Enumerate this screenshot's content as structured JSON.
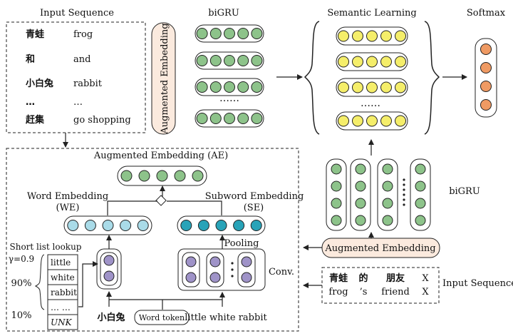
{
  "colors": {
    "green": "#8dc38a",
    "yellow": "#f5ee6a",
    "orange": "#ef9a63",
    "light_blue": "#a9dbe8",
    "teal": "#28a3b8",
    "purple": "#9f93c8",
    "ae_fill": "#fbeade",
    "node_stroke": "#222222"
  },
  "labels": {
    "input_sequence_top": "Input Sequence",
    "bigru_top": "biGRU",
    "semantic_learning": "Semantic Learning",
    "softmax": "Softmax",
    "augmented_embedding_vertical": "Augmented Embedding",
    "ae_title": "Augmented Embedding (AE)",
    "word_embedding": "Word Embedding",
    "we_abbr": "(WE)",
    "subword_embedding": "Subword Embedding",
    "se_abbr": "(SE)",
    "pooling": "Pooling",
    "conv": "Conv.",
    "short_list_lookup": "Short list lookup",
    "gamma": "γ=0.9",
    "pct_90": "90%",
    "pct_10": "10%",
    "word_token_prefix": "小白兔",
    "word_token": "Word token",
    "word_token_suffix": "little white rabbit",
    "bigru_right": "biGRU",
    "augmented_embedding_right": "Augmented Embedding",
    "input_sequence_right": "Input Sequence",
    "dots": "……"
  },
  "input_top": [
    {
      "cn": "青蛙",
      "en": "frog"
    },
    {
      "cn": "和",
      "en": "and"
    },
    {
      "cn": "小白兔",
      "en": "rabbit"
    },
    {
      "cn": "…",
      "en": "…"
    },
    {
      "cn": "赶集",
      "en": "go shopping"
    }
  ],
  "short_list": [
    "little",
    "white",
    "rabbit",
    "… …",
    "UNK"
  ],
  "input_right": [
    {
      "cn": "青蛙",
      "en": "frog"
    },
    {
      "cn": "的",
      "en": "’s"
    },
    {
      "cn": "朋友",
      "en": "friend"
    },
    {
      "cn": "X",
      "en": "X"
    }
  ]
}
